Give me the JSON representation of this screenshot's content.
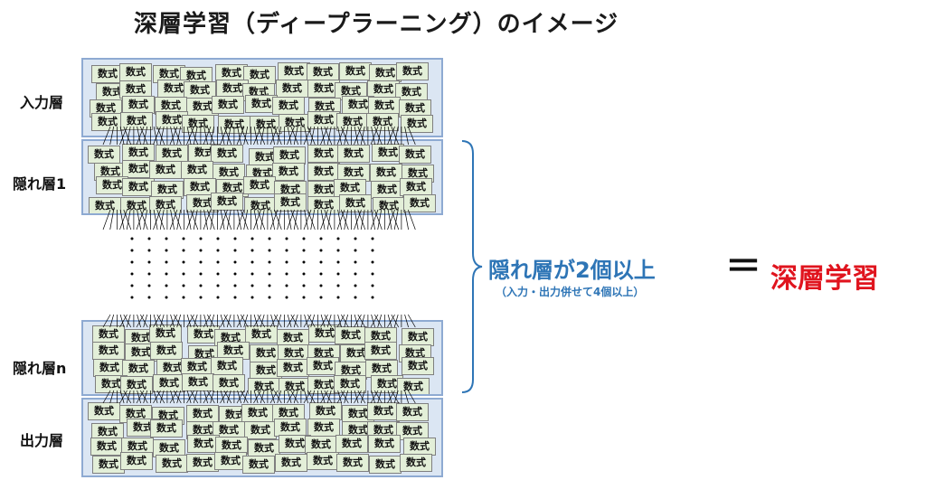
{
  "title": "深層学習（ディープラーニング）のイメージ",
  "layers": {
    "input": "入力層",
    "hidden1": "隠れ層1",
    "hiddenN": "隠れ層n",
    "output": "出力層"
  },
  "node_text": "数式",
  "claim": {
    "main": "隠れ層が2個以上",
    "sub": "（入力・出力併せて4個以上）"
  },
  "equals": "＝",
  "result": "深層学習",
  "colors": {
    "layer_fill": "#dbe6f3",
    "layer_border": "#8eaad2",
    "node_fill": "#e3efd8",
    "claim": "#2e75b6",
    "result": "#e0141e"
  }
}
